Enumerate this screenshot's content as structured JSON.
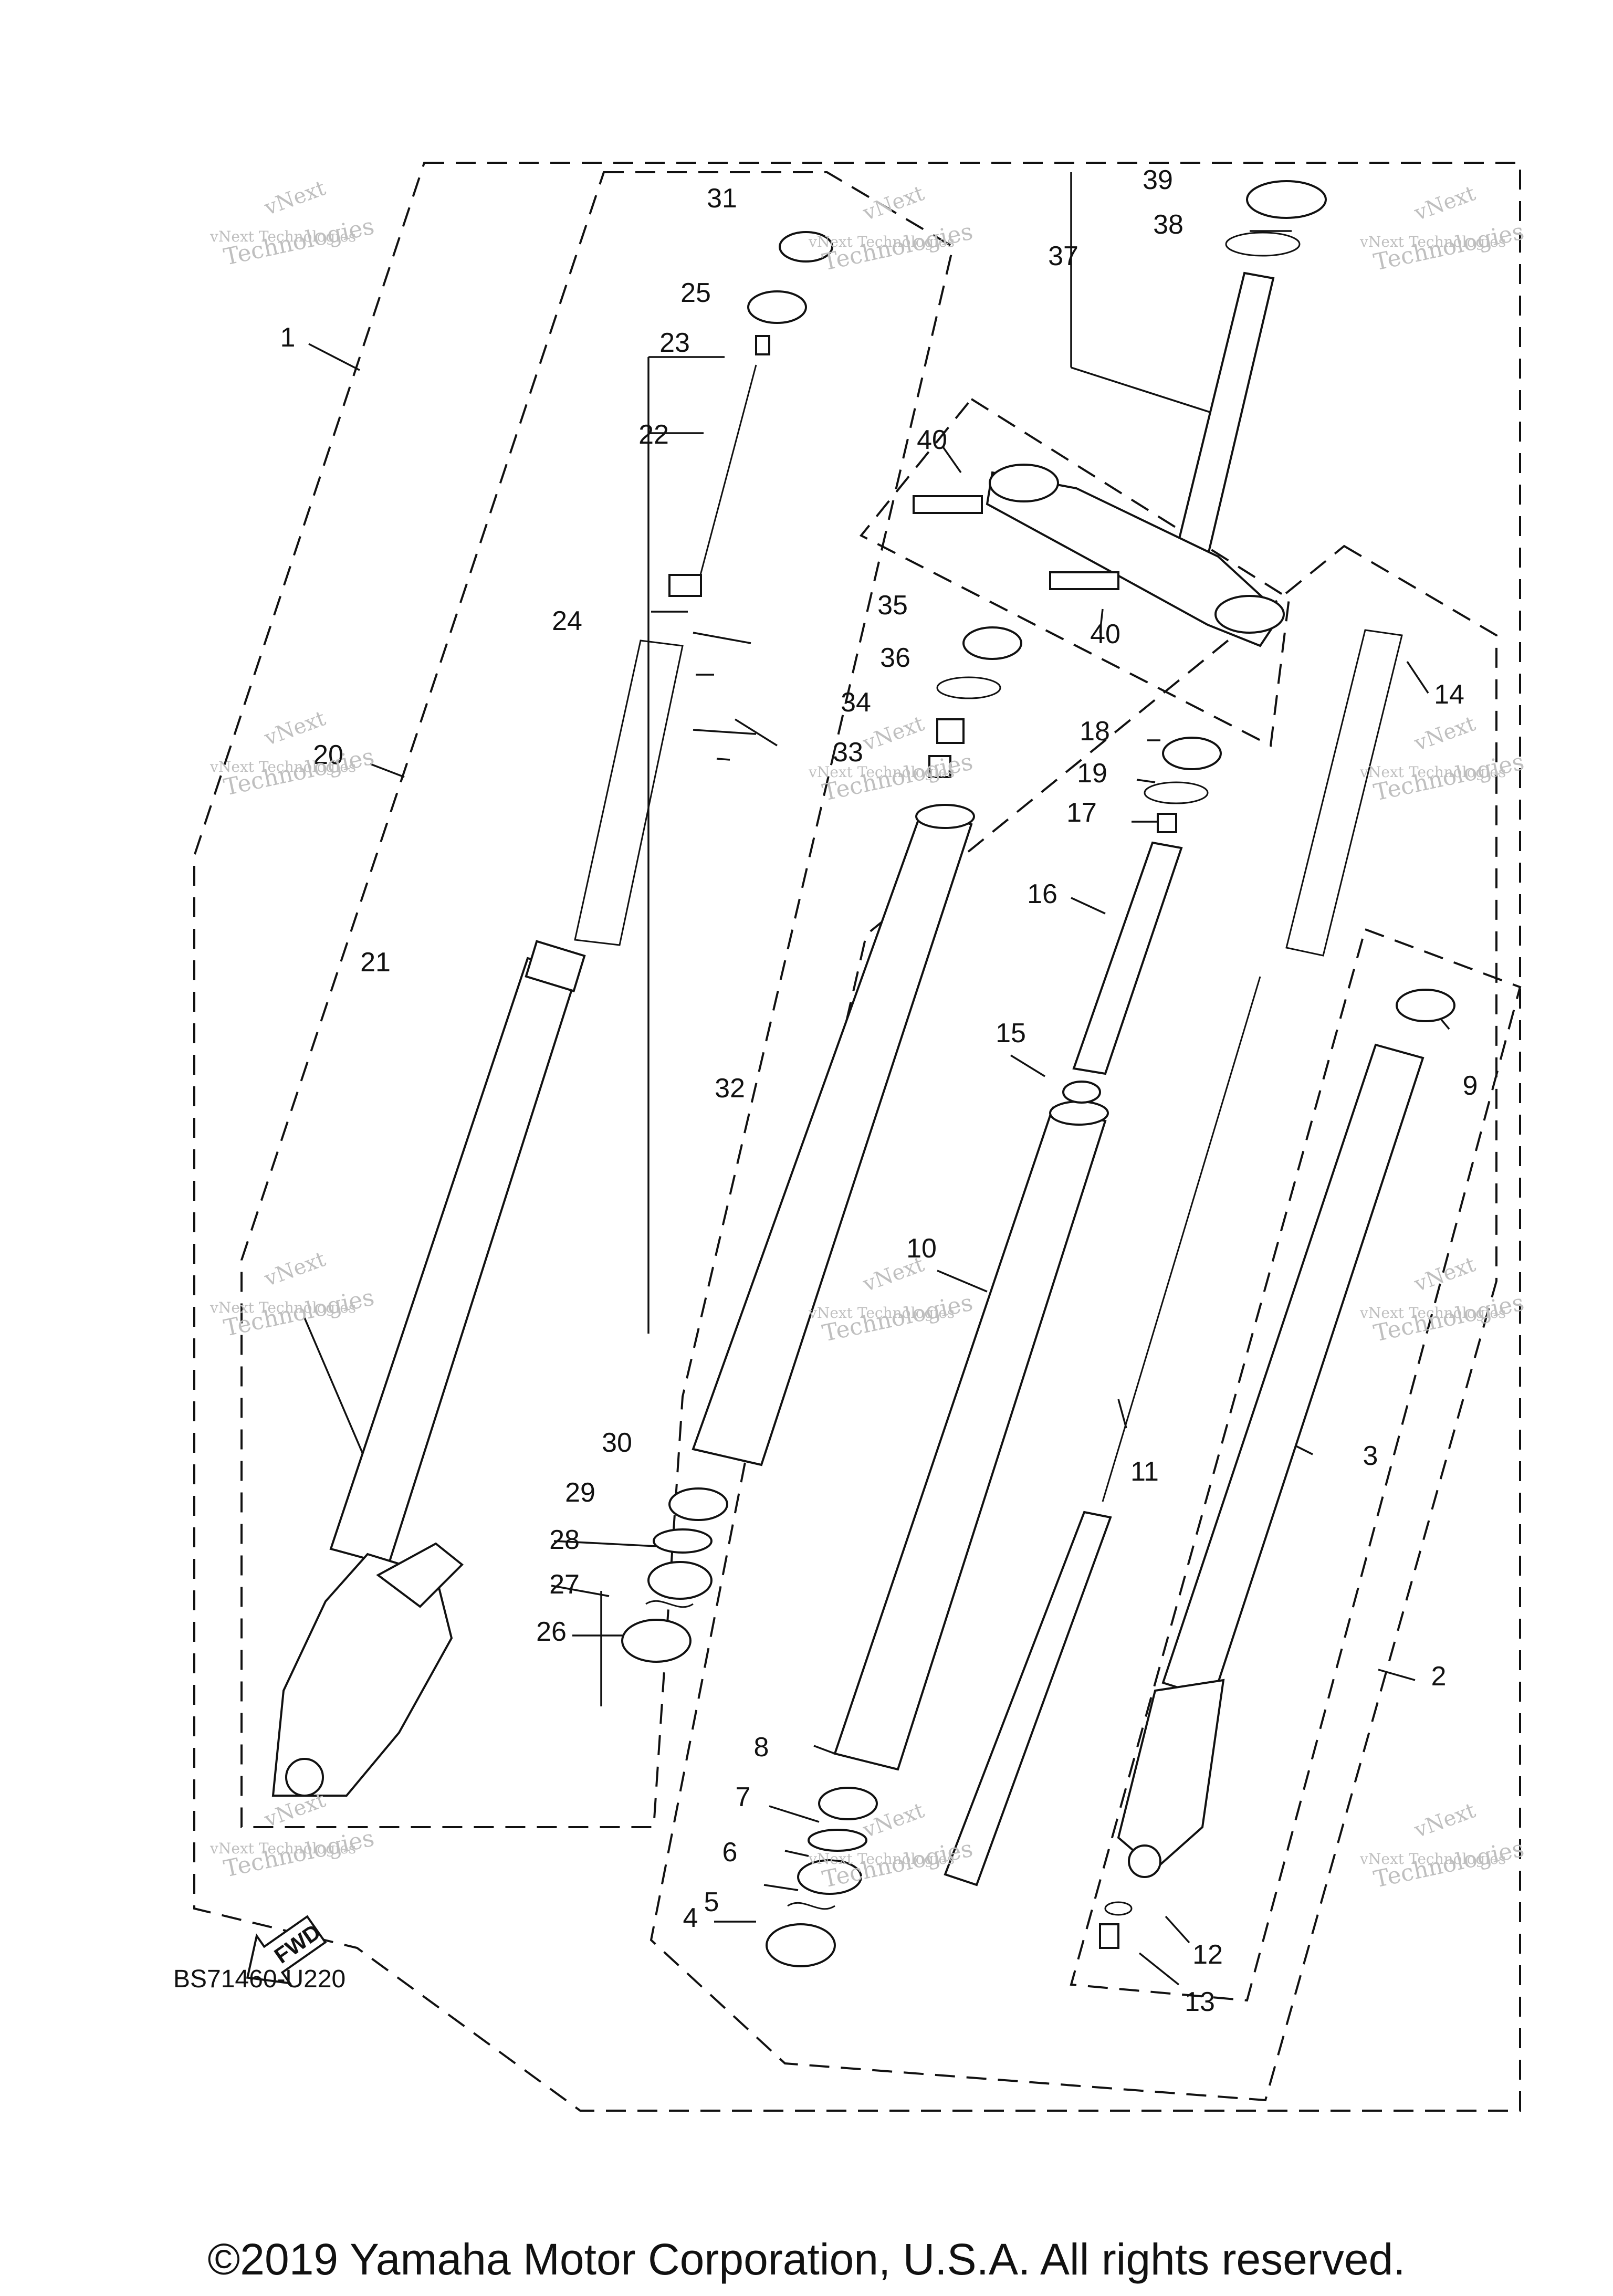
{
  "diagram_code": "BS71460-U220",
  "direction_label": "FWD",
  "copyright": "©2019 Yamaha Motor Corporation, U.S.A. All rights reserved.",
  "watermark": {
    "line1": "vNext",
    "line2": "vNext Technologies",
    "line3": "Technologies"
  },
  "callouts": [
    {
      "id": "c1",
      "text": "1"
    },
    {
      "id": "c2",
      "text": "2"
    },
    {
      "id": "c3",
      "text": "3"
    },
    {
      "id": "c4",
      "text": "4"
    },
    {
      "id": "c5",
      "text": "5"
    },
    {
      "id": "c6",
      "text": "6"
    },
    {
      "id": "c7",
      "text": "7"
    },
    {
      "id": "c8",
      "text": "8"
    },
    {
      "id": "c9",
      "text": "9"
    },
    {
      "id": "c10",
      "text": "10"
    },
    {
      "id": "c11",
      "text": "11"
    },
    {
      "id": "c12",
      "text": "12"
    },
    {
      "id": "c13",
      "text": "13"
    },
    {
      "id": "c14",
      "text": "14"
    },
    {
      "id": "c15",
      "text": "15"
    },
    {
      "id": "c16",
      "text": "16"
    },
    {
      "id": "c17",
      "text": "17"
    },
    {
      "id": "c18",
      "text": "18"
    },
    {
      "id": "c19",
      "text": "19"
    },
    {
      "id": "c20",
      "text": "20"
    },
    {
      "id": "c21",
      "text": "21"
    },
    {
      "id": "c22",
      "text": "22"
    },
    {
      "id": "c23",
      "text": "23"
    },
    {
      "id": "c24",
      "text": "24"
    },
    {
      "id": "c25",
      "text": "25"
    },
    {
      "id": "c26",
      "text": "26"
    },
    {
      "id": "c27",
      "text": "27"
    },
    {
      "id": "c28",
      "text": "28"
    },
    {
      "id": "c29",
      "text": "29"
    },
    {
      "id": "c30",
      "text": "30"
    },
    {
      "id": "c31",
      "text": "31"
    },
    {
      "id": "c32",
      "text": "32"
    },
    {
      "id": "c33",
      "text": "33"
    },
    {
      "id": "c34",
      "text": "34"
    },
    {
      "id": "c35",
      "text": "35"
    },
    {
      "id": "c36",
      "text": "36"
    },
    {
      "id": "c37",
      "text": "37"
    },
    {
      "id": "c38",
      "text": "38"
    },
    {
      "id": "c39",
      "text": "39"
    },
    {
      "id": "c40a",
      "text": "40"
    },
    {
      "id": "c40b",
      "text": "40"
    }
  ]
}
